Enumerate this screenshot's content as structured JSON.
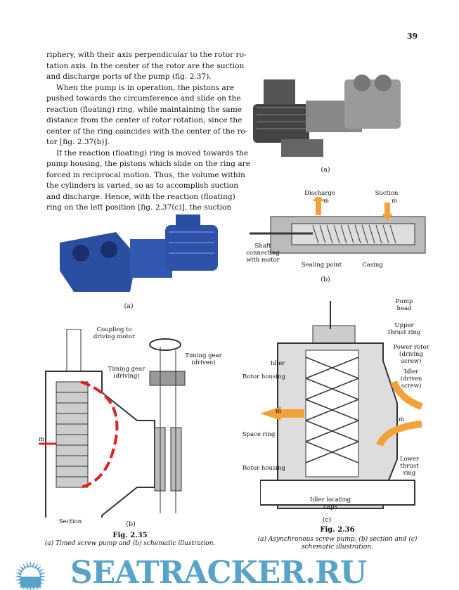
{
  "page_number": "39",
  "body_lines": [
    {
      "t": "riphery, with their axis perpendicular to the rotor ro-"
    },
    {
      "t": "tation axis. In the center of the rotor are the suction"
    },
    {
      "t": "and discharge ports of the pump (fig. 2.37).",
      "last": true
    },
    {
      "t": "When the pump is in operation, the pistons are",
      "ind": true
    },
    {
      "t": "pushed towards the circumference and slide on the"
    },
    {
      "t": "reaction (floating) ring, while maintaining the same"
    },
    {
      "t": "distance from the center of rotor rotation, since the"
    },
    {
      "t": "center of the ring coincides with the center of the ro-"
    },
    {
      "t": "tor [fig. 2.37(b)].",
      "last": true
    },
    {
      "t": "If the reaction (floating) ring is moved towards the",
      "ind": true
    },
    {
      "t": "pump housing, the pistons which slide on the ring are"
    },
    {
      "t": "forced in reciprocal motion. Thus, the volume within"
    },
    {
      "t": "the cylinders is varied, so as to accomplish suction"
    },
    {
      "t": "and discharge. Hence, with the reaction (floating)"
    },
    {
      "t": "ring on the left position [fig. 2.37(c)], the suction"
    }
  ],
  "fig236": {
    "a_label": "(a)",
    "b_label": "(b)",
    "c_label": "(c)",
    "b_labels": {
      "discharge": "Discharge",
      "suction": "Suction",
      "m1": "ṁ",
      "m2": "ṁ",
      "shaft": "Shaft connecting with motor",
      "sealing": "Sealing point",
      "casing": "Casing"
    },
    "c_labels": {
      "pump_head": "Pump head",
      "upper_thrust": "Upper thrust ring",
      "power_rotor": "Power rotor (driving screw)",
      "idler": "Idler",
      "idler_driven": "Idler (driven screw)",
      "rotor_housing1": "Rotor housing",
      "m_out": "ṁ",
      "m_in": "ṁ",
      "space_ring": "Space ring",
      "rotor_housing2": "Rotor housing",
      "lower_thrust": "Lower thrust ring",
      "idler_caps": "Idler locating caps"
    },
    "title": "Fig. 2.36",
    "caption": "(a) Asynchronous screw pump, (b) section and (c) schematic illustration."
  },
  "fig235": {
    "a_label": "(a)",
    "b_label": "(b)",
    "section": "Section",
    "m": "ṁ",
    "coupling": "Coupling to driving motor",
    "gear_driving": "Timing gear (driving)",
    "gear_driven": "Timing gear (driven)",
    "title": "Fig. 2.35",
    "caption": "(a) Timed screw pump and (b) schematic illustration."
  },
  "watermark": "SEATRACKER.RU",
  "colors": {
    "accent_orange": "#f2a23a",
    "pump_blue": "#2a4fa0",
    "watermark_blue": "#5aa3c8"
  }
}
